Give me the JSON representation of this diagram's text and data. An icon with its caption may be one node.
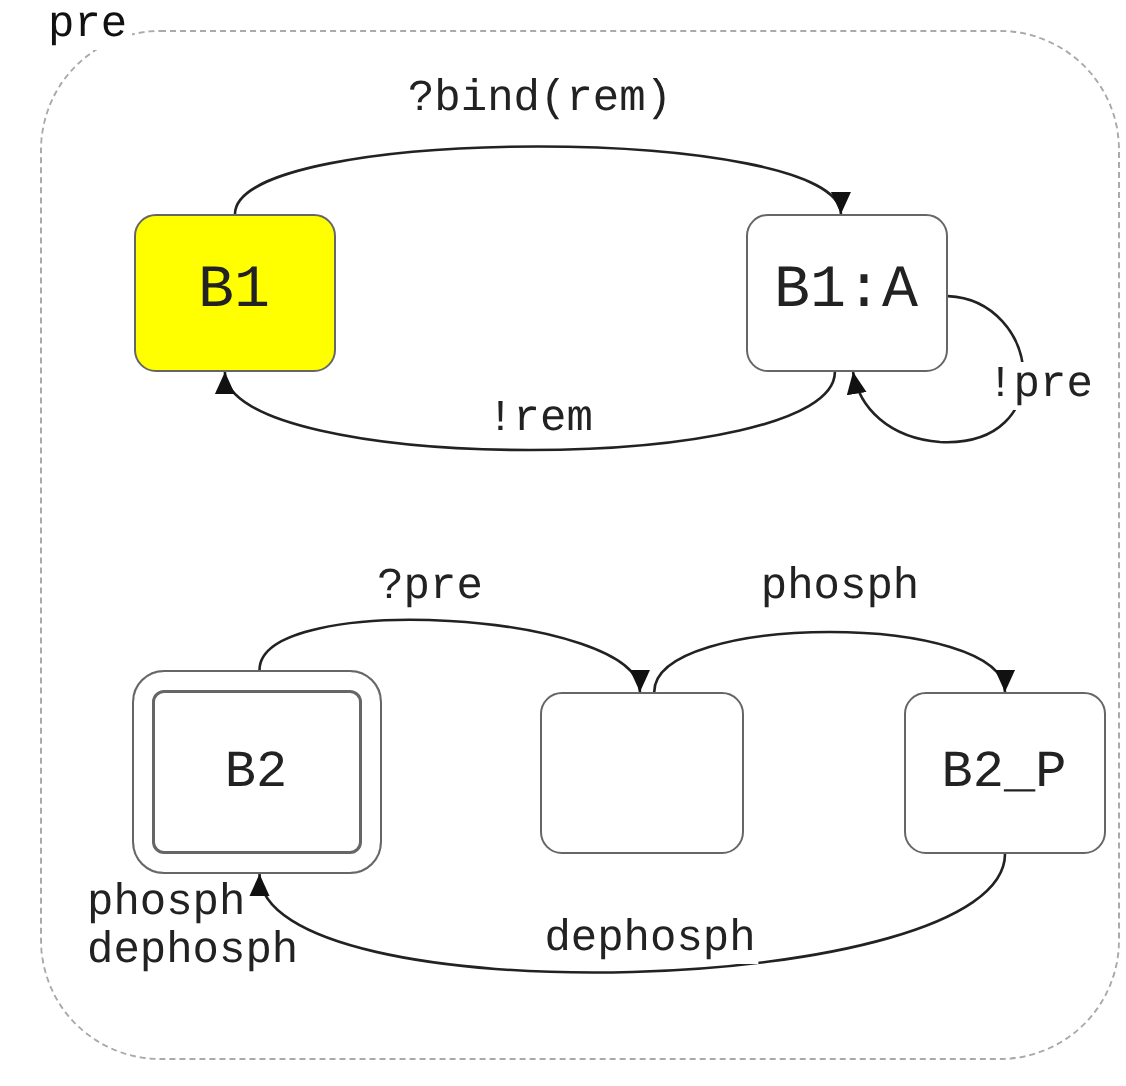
{
  "diagram": {
    "nodes": [
      {
        "text": [
          "pre"
        ]
      },
      {
        "text": [
          "B1"
        ],
        "in": 0
      },
      {
        "text": [
          "B1:A"
        ],
        "in": 0
      },
      {
        "text": [
          "B2"
        ],
        "in": 0,
        "beside": [
          "phosph",
          "dephosph"
        ]
      },
      {
        "text": [],
        "shape": "box",
        "in": 0
      },
      {
        "text": [
          "B2_P"
        ],
        "in": 0
      }
    ],
    "edges": [
      {
        "from": 1,
        "to": 2,
        "arrow": "to",
        "label": "?bind(rem)"
      },
      {
        "from": 2,
        "to": 1,
        "arrow": "to",
        "label": "!rem"
      },
      {
        "from": 2,
        "to": 2,
        "arrow": "to",
        "label": "!pre"
      },
      {
        "from": 3,
        "to": 4,
        "arrow": "to",
        "label": "?pre"
      },
      {
        "from": 4,
        "to": 5,
        "arrow": "to",
        "label": "phosph"
      },
      {
        "from": 5,
        "to": 3,
        "arrow": "to",
        "label": "dephosph"
      }
    ]
  }
}
